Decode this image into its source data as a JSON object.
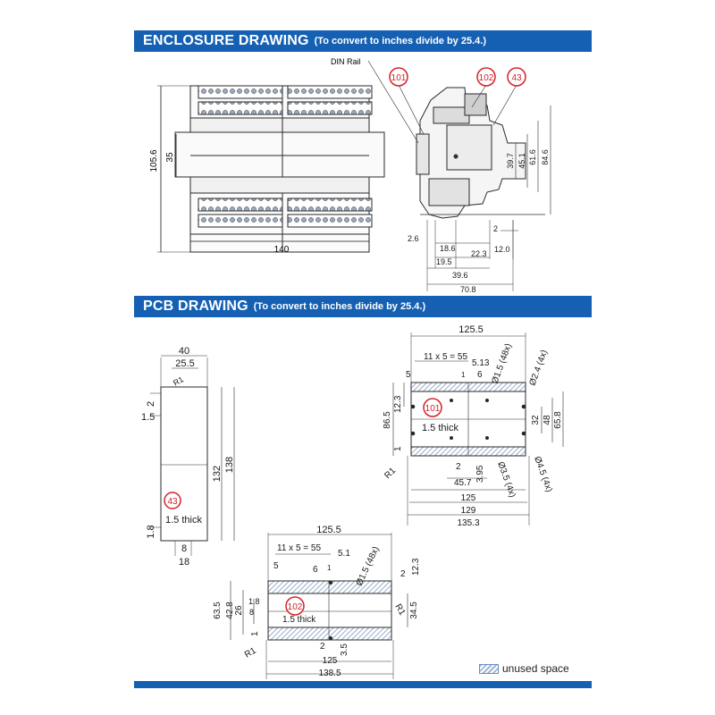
{
  "enclosure": {
    "title": "ENCLOSURE DRAWING",
    "subtitle": "(To convert to inches divide by 25.4.)",
    "din_rail": "DIN Rail",
    "callouts": [
      "101",
      "102",
      "43"
    ],
    "dims_front": {
      "height": "105.6",
      "inner": "35",
      "width": "140"
    },
    "dims_side": [
      "39.7",
      "45.1",
      "61.6",
      "84.6",
      "2",
      "2.6",
      "18.6",
      "22.3",
      "12.0",
      "19.5",
      "39.6",
      "70.8"
    ]
  },
  "pcb": {
    "title": "PCB DRAWING",
    "subtitle": "(To convert to inches divide by 25.4.)",
    "board43": {
      "id": "43",
      "note": "1.5 thick",
      "dims": [
        "40",
        "25.5",
        "R1",
        "2",
        "1.5",
        "132",
        "138",
        "1.8",
        "8",
        "18"
      ]
    },
    "board101": {
      "id": "101",
      "note": "1.5 thick",
      "dims": [
        "125.5",
        "11 x 5 = 55",
        "5.13",
        "5",
        "6",
        "1",
        "Ø1.5 (48x)",
        "Ø2.4 (4x)",
        "12.3",
        "86.5",
        "32",
        "48",
        "65.8",
        "R1",
        "1",
        "2",
        "3.95",
        "Ø3.5 (4x)",
        "Ø4.5 (4x)",
        "45.7",
        "125",
        "129",
        "135.3"
      ]
    },
    "board102": {
      "id": "102",
      "note": "1.5 thick",
      "dims": [
        "125.5",
        "11 x 5 = 55",
        "5.1",
        "5",
        "6",
        "1",
        "Ø1.5 (48x)",
        "2",
        "12.3",
        "63.5",
        "42.8",
        "26",
        "1.8",
        "8",
        "R1",
        "34.5",
        "R1",
        "1",
        "2",
        "3.5",
        "125",
        "138.5"
      ]
    }
  },
  "legend": {
    "label": "unused space"
  },
  "colors": {
    "banner": "#1560b3",
    "callout": "#d2232a",
    "line": "#2a2a2a",
    "dim": "#1a1a1a",
    "hatch": "#7f98bd"
  }
}
